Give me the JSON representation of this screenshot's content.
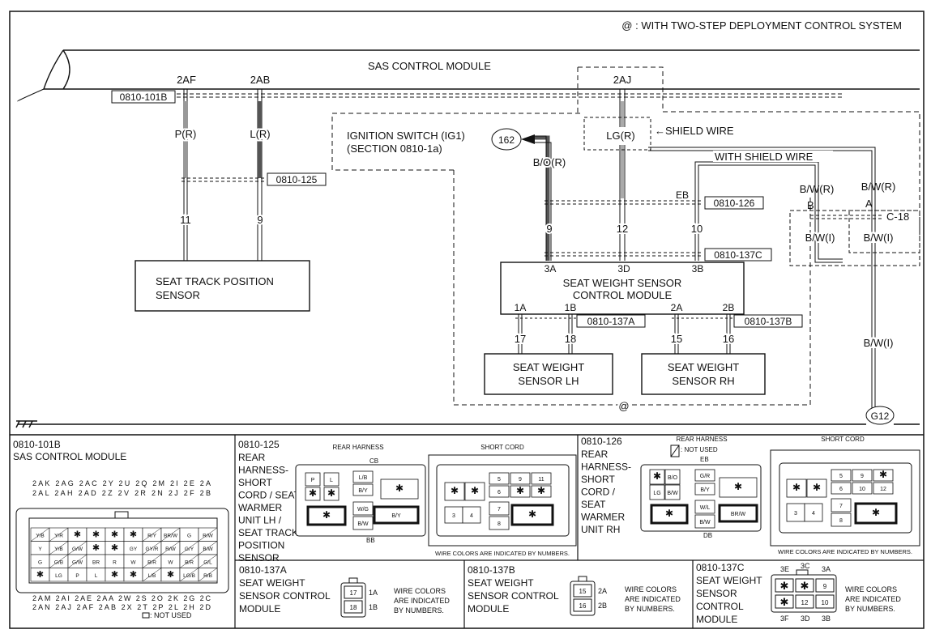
{
  "header_note": "@ : WITH TWO-STEP DEPLOYMENT CONTROL SYSTEM",
  "module_title": "SAS CONTROL MODULE",
  "pins_top": {
    "p2af": "2AF",
    "p2ab": "2AB",
    "p2aj": "2AJ"
  },
  "connectors": {
    "c101b": "0810-101B",
    "c125": "0810-125",
    "c126": "0810-126",
    "c137c": "0810-137C",
    "c137a": "0810-137A",
    "c137b": "0810-137B",
    "c18": "C-18"
  },
  "wires": {
    "pr": "P(R)",
    "lr": "L(R)",
    "lgr": "LG(R)",
    "bor": "B/O(R)",
    "bwr1": "B/W(R)",
    "bwr2": "B/W(R)",
    "bwi1": "B/W(I)",
    "bwi2": "B/W(I)",
    "bwi3": "B/W(I)"
  },
  "labels": {
    "shield_wire": "←SHIELD WIRE",
    "with_shield": "WITH SHIELD WIRE",
    "ign1": "IGNITION SWITCH (IG1)",
    "ign2": "(SECTION 0810-1a)",
    "eb": "EB",
    "b": "B",
    "a": "A",
    "at": "@",
    "g12": "G12",
    "n162": "162"
  },
  "wire_numbers": {
    "n11": "11",
    "n9": "9",
    "n9b": "9",
    "n12": "12",
    "n10": "10",
    "n17": "17",
    "n18": "18",
    "n15": "15",
    "n16": "16"
  },
  "pins_mid": {
    "p3a": "3A",
    "p3d": "3D",
    "p3b": "3B",
    "p1a": "1A",
    "p1b": "1B",
    "p2a": "2A",
    "p2b": "2B"
  },
  "boxes": {
    "stps1": "SEAT TRACK POSITION",
    "stps2": "SENSOR",
    "swscm1": "SEAT WEIGHT SENSOR",
    "swscm2": "CONTROL MODULE",
    "lh1": "SEAT WEIGHT",
    "lh2": "SENSOR LH",
    "rh1": "SEAT WEIGHT",
    "rh2": "SENSOR RH"
  },
  "panel_101b": {
    "code": "0810-101B",
    "name": "SAS CONTROL MODULE",
    "row1": "2AK 2AG 2AC 2Y 2U 2Q 2M 2I 2E 2A",
    "row2": "2AL 2AH 2AD 2Z 2V 2R 2N 2J 2F 2B",
    "row3": "2AM 2AI 2AE 2AA 2W 2S 2O 2K 2G 2C",
    "row4": "2AN 2AJ 2AF 2AB 2X 2T 2P 2L 2H 2D",
    "not_used": ": NOT USED"
  },
  "panel_125": {
    "code": "0810-125",
    "desc": [
      "REAR",
      "HARNESS-",
      "SHORT",
      "CORD / SEAT",
      "WARMER",
      "UNIT LH /",
      "SEAT TRACK",
      "POSITION",
      "SENSOR"
    ],
    "rear": "REAR HARNESS",
    "short": "SHORT CORD",
    "cb": "CB",
    "bb": "BB",
    "note": "WIRE COLORS ARE INDICATED BY NUMBERS."
  },
  "panel_126": {
    "code": "0810-126",
    "desc": [
      "REAR",
      "HARNESS-",
      "SHORT",
      "CORD /",
      "SEAT",
      "WARMER",
      "UNIT RH"
    ],
    "rear": "REAR HARNESS",
    "short": "SHORT CORD",
    "not_used": ": NOT USED",
    "eb": "EB",
    "db": "DB",
    "note": "WIRE COLORS ARE INDICATED BY NUMBERS."
  },
  "panel_137a": {
    "code": "0810-137A",
    "desc": [
      "SEAT WEIGHT",
      "SENSOR CONTROL",
      "MODULE"
    ],
    "n1": "17",
    "n2": "18",
    "p1": "1A",
    "p2": "1B",
    "note": [
      "WIRE COLORS",
      "ARE INDICATED",
      "BY NUMBERS."
    ]
  },
  "panel_137b": {
    "code": "0810-137B",
    "desc": [
      "SEAT WEIGHT",
      "SENSOR CONTROL",
      "MODULE"
    ],
    "n1": "15",
    "n2": "16",
    "p1": "2A",
    "p2": "2B",
    "note": [
      "WIRE COLORS",
      "ARE INDICATED",
      "BY NUMBERS."
    ]
  },
  "panel_137c": {
    "code": "0810-137C",
    "desc": [
      "SEAT WEIGHT",
      "SENSOR",
      "CONTROL",
      "MODULE"
    ],
    "top": [
      "3E",
      "3C",
      "3A"
    ],
    "bot": [
      "3F",
      "3D",
      "3B"
    ],
    "cells": [
      "9",
      "12",
      "10"
    ],
    "note": [
      "WIRE COLORS",
      "ARE INDICATED",
      "BY NUMBERS."
    ]
  }
}
